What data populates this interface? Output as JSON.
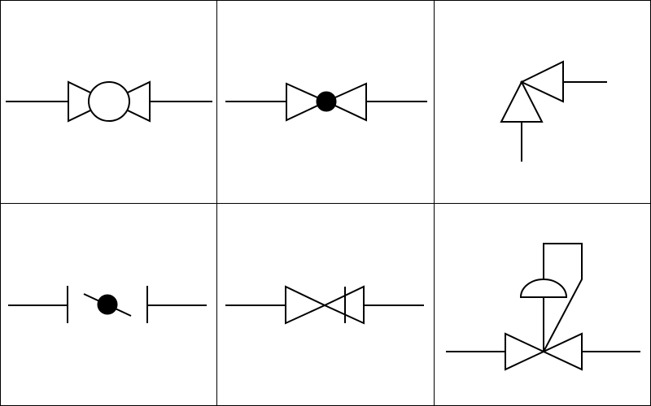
{
  "grid": {
    "rows": 2,
    "columns": 3,
    "line_color": "#000000",
    "background_color": "#ffffff"
  },
  "symbols": [
    {
      "row": 1,
      "column": 1,
      "shape": "two opposing triangles with an open circle between them on a horizontal line"
    },
    {
      "row": 1,
      "column": 2,
      "shape": "two opposing triangles with a filled dot at the apex on a horizontal line"
    },
    {
      "row": 1,
      "column": 3,
      "shape": "two triangles meeting at a corner with an elbow line (vertical and horizontal)"
    },
    {
      "row": 2,
      "column": 1,
      "shape": "two vertical end bars with a diagonal stroke through a filled dot between them"
    },
    {
      "row": 2,
      "column": 2,
      "shape": "two opposing triangles with a vertical bar near the right triangle on a horizontal line"
    },
    {
      "row": 2,
      "column": 3,
      "shape": "two opposing triangles with a half-dome actuator and square feedback loop above"
    }
  ],
  "stroke_color": "#000000",
  "fill_color": "#000000"
}
